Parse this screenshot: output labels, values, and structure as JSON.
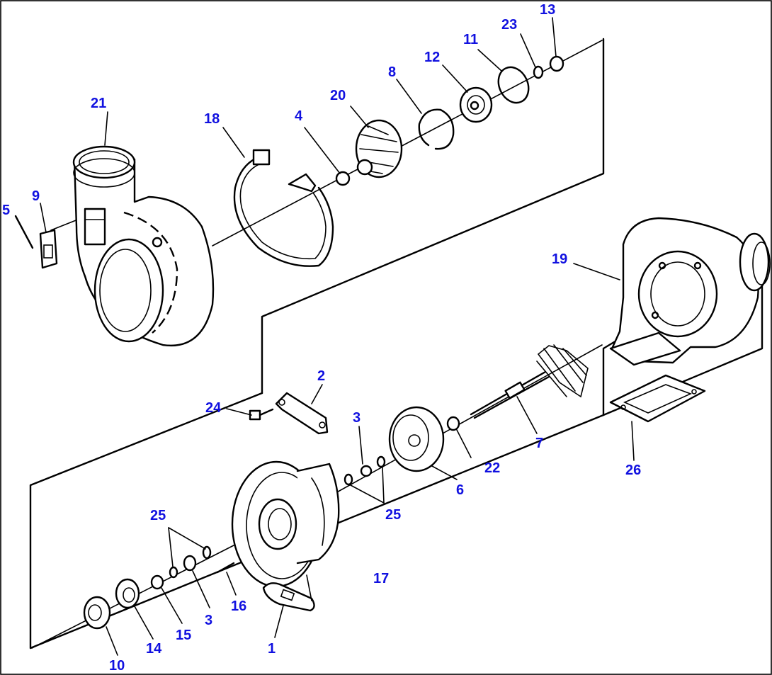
{
  "diagram": {
    "callouts": [
      "21",
      "18",
      "20",
      "8",
      "12",
      "11",
      "23",
      "13",
      "4",
      "9",
      "5",
      "19",
      "2",
      "24",
      "3",
      "22",
      "7",
      "26",
      "6",
      "25",
      "17",
      "16",
      "1",
      "15",
      "14",
      "10"
    ]
  },
  "colors": {
    "callout": "#1111e0",
    "line": "#000000",
    "background": "#ffffff"
  }
}
